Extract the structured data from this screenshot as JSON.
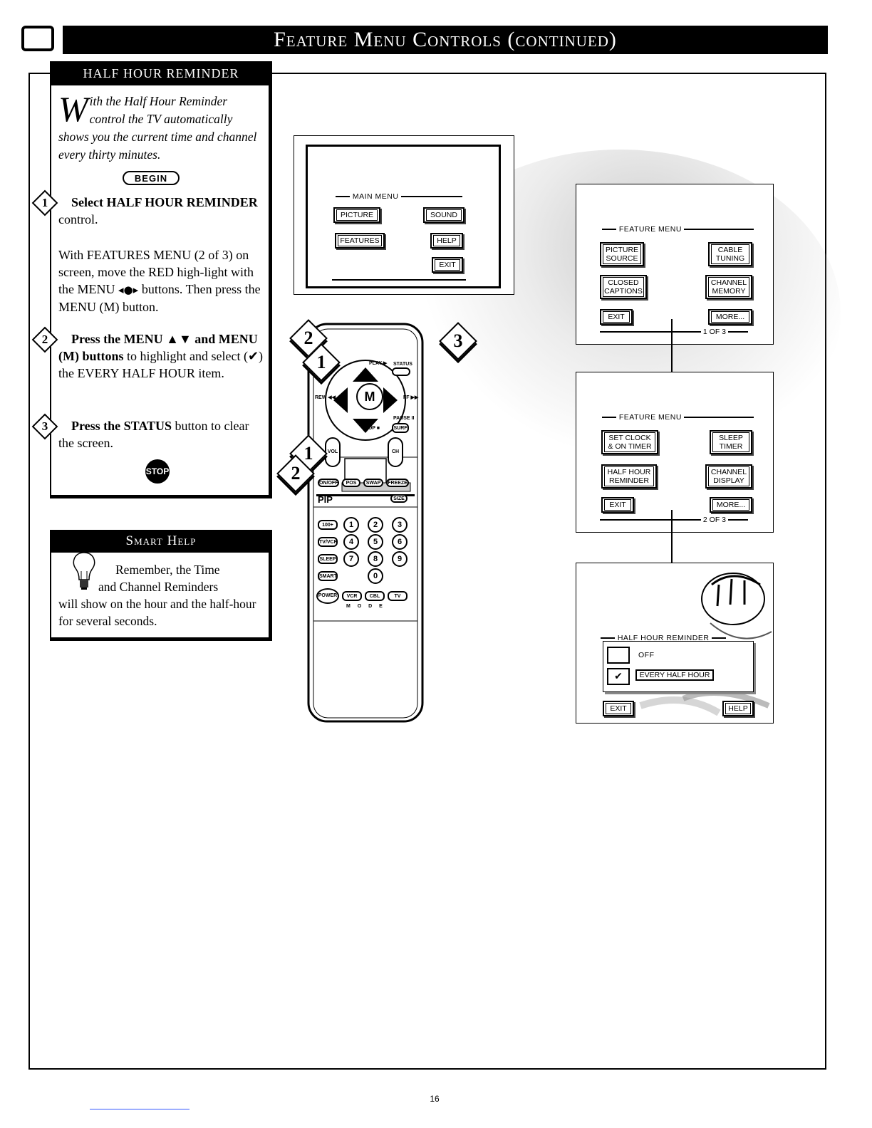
{
  "header": {
    "title": "Feature Menu Controls (continued)"
  },
  "half_hour": {
    "title": "HALF HOUR REMINDER",
    "intro_initial": "W",
    "intro_rest": "ith the Half Hour Reminder control the TV automatically shows you the current time and channel every thirty minutes.",
    "begin": "BEGIN",
    "steps": [
      {
        "num": "1",
        "bold": "Select HALF HOUR REMINDER",
        "text": " control.",
        "extra": "With FEATURES MENU (2 of 3) on screen, move the RED high-light with the MENU",
        "extra2": "buttons. Then press the MENU (M) button."
      },
      {
        "num": "2",
        "bold": "Press the MENU ▲▼ and MENU (M) buttons",
        "text": " to highlight and select (✔) the EVERY HALF HOUR item."
      },
      {
        "num": "3",
        "bold": "Press the STATUS",
        "text": " button to clear the screen."
      }
    ],
    "stop": "STOP"
  },
  "smart_help": {
    "title": "Smart Help",
    "line1": "Remember, the Time",
    "line2": "and Channel Reminders",
    "rest": "will show on the hour and the half-hour for several seconds."
  },
  "main_menu": {
    "title": "MAIN MENU",
    "picture": "PICTURE",
    "sound": "SOUND",
    "features": "FEATURES",
    "help": "HELP",
    "exit": "EXIT"
  },
  "feature_menu_1": {
    "title": "FEATURE MENU",
    "items": [
      "PICTURE SOURCE",
      "CABLE TUNING",
      "CLOSED CAPTIONS",
      "CHANNEL MEMORY",
      "EXIT",
      "MORE..."
    ],
    "pager": "1 OF 3"
  },
  "feature_menu_2": {
    "title": "FEATURE MENU",
    "items": [
      "SET CLOCK & ON TIMER",
      "SLEEP TIMER",
      "HALF HOUR REMINDER",
      "CHANNEL DISPLAY",
      "EXIT",
      "MORE..."
    ],
    "pager": "2 OF 3"
  },
  "reminder_menu": {
    "title": "HALF HOUR REMINDER",
    "off": "OFF",
    "every": "EVERY HALF HOUR",
    "exit": "EXIT",
    "help": "HELP"
  },
  "remote": {
    "play": "PLAY ▶",
    "status": "STATUS",
    "rew": "REW ◀◀",
    "ff": "FF ▶▶",
    "pause": "PAUSE II",
    "stop": "STOP ■",
    "surf": "SURF",
    "menu_key": "M",
    "vol": "VOL",
    "ch": "CH",
    "pip_keys": [
      "ON/OFF",
      "POS",
      "SWAP",
      "FREEZE"
    ],
    "pip": "PIP",
    "size": "SIZE",
    "digits": [
      "1",
      "2",
      "3",
      "4",
      "5",
      "6",
      "7",
      "8",
      "9",
      "0"
    ],
    "side_keys": [
      "100+",
      "TV/VCR",
      "SLEEP",
      "SMART"
    ],
    "power": "POWER",
    "mode_keys": [
      "VCR",
      "CBL",
      "TV"
    ],
    "mode": "M O D E"
  },
  "callouts": [
    "1",
    "2",
    "3",
    "1",
    "2"
  ],
  "footer": {
    "page": "16"
  }
}
